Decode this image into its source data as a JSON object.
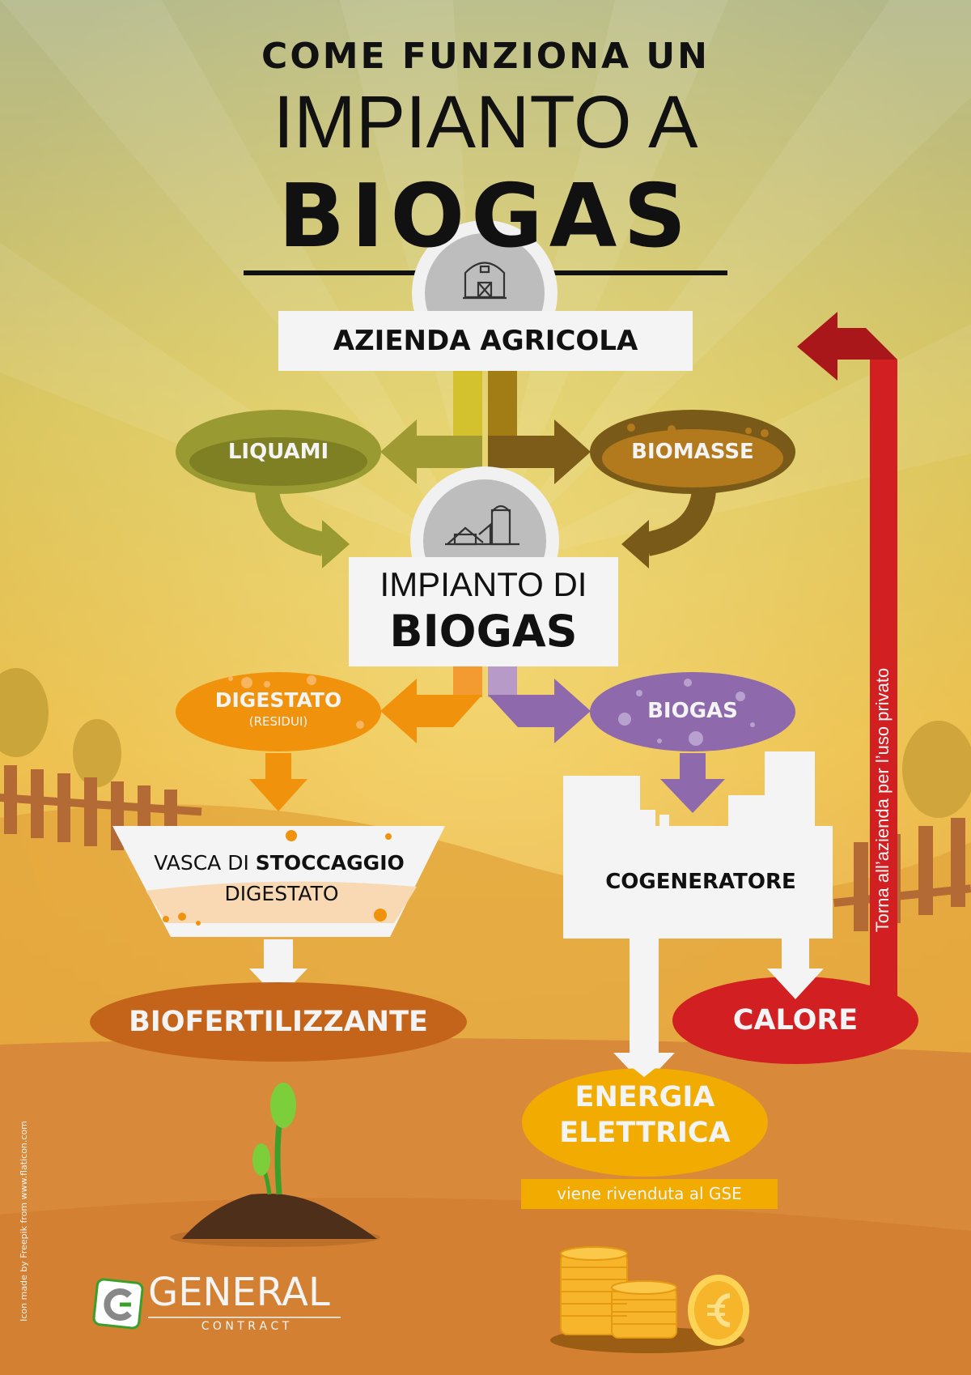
{
  "title": {
    "line1": "COME FUNZIONA UN",
    "line2": "IMPIANTO A",
    "line3": "BIOGAS"
  },
  "nodes": {
    "azienda": "AZIENDA AGRICOLA",
    "liquami": "LIQUAMI",
    "biomasse": "BIOMASSE",
    "impianto_line1": "IMPIANTO DI",
    "impianto_line2": "BIOGAS",
    "digestato": "DIGESTATO",
    "digestato_sub": "(RESIDUI)",
    "biogas": "BIOGAS",
    "vasca_part1": "VASCA DI ",
    "vasca_part2": "STOCCAGGIO",
    "vasca_line2": "DIGESTATO",
    "cogeneratore": "COGENERATORE",
    "biofertilizzante": "BIOFERTILIZZANTE",
    "calore": "CALORE",
    "calore_return": "Torna all’azienda per l’uso privato",
    "energia_line1": "ENERGIA",
    "energia_line2": "ELETTRICA",
    "energia_note": "viene rivenduta al GSE"
  },
  "footer": {
    "credit": "Icon made by Freepik from www.flaticon.com",
    "logo_main": "GENERAL",
    "logo_sub": "C O N T R A C T"
  },
  "colors": {
    "liquami": "#9a9a32",
    "biomasse": "#7a5a18",
    "digestato": "#f0920c",
    "biogas": "#8e69ac",
    "biofertilizzante": "#c4641a",
    "calore": "#d11f22",
    "energia": "#f2ab00"
  },
  "icons": [
    "barn-icon",
    "farm-silo-icon",
    "seedling-icon",
    "euro-coins-icon",
    "general-contract-logo-icon"
  ]
}
